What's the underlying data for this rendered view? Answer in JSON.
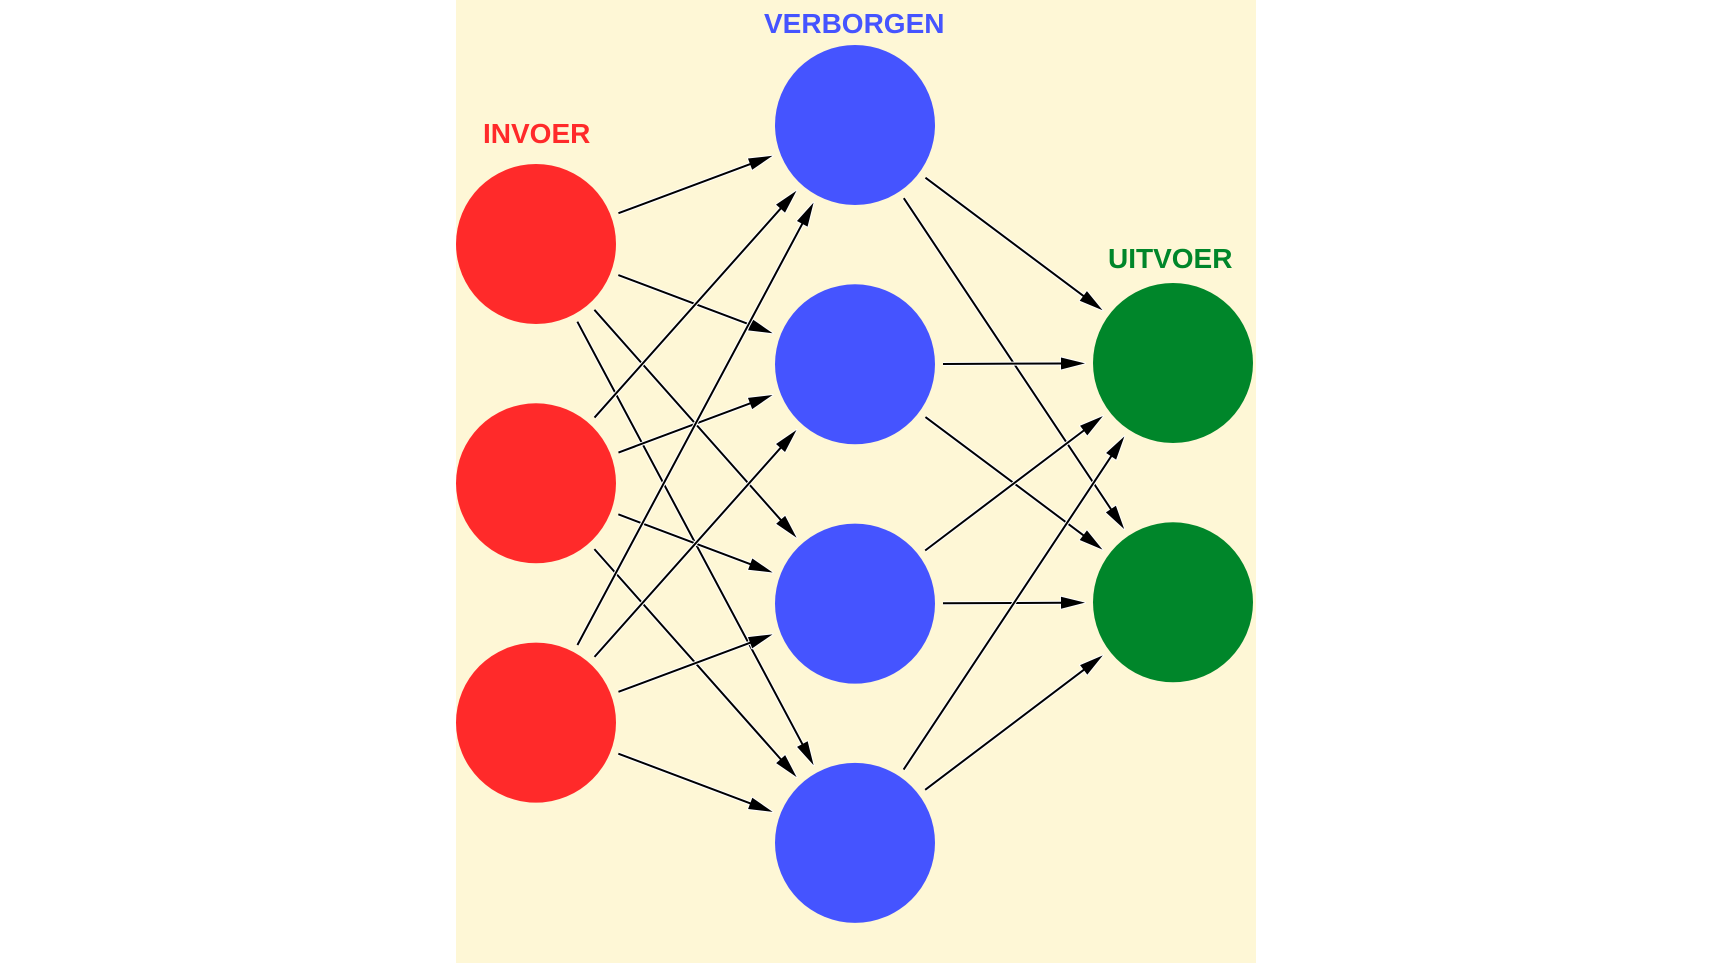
{
  "diagram": {
    "title": "Neuraal netwerk",
    "background_color": "#fef7d6",
    "edge_color": "#000000",
    "layers": [
      {
        "id": "input",
        "label": "INVOER",
        "color": "#ff2a2a",
        "node_count": 3
      },
      {
        "id": "hidden",
        "label": "VERBORGEN",
        "color": "#4554ff",
        "node_count": 4
      },
      {
        "id": "output",
        "label": "UITVOER",
        "color": "#00862a",
        "node_count": 2
      }
    ],
    "connections": "fully-connected",
    "edge_direction": "left-to-right"
  }
}
